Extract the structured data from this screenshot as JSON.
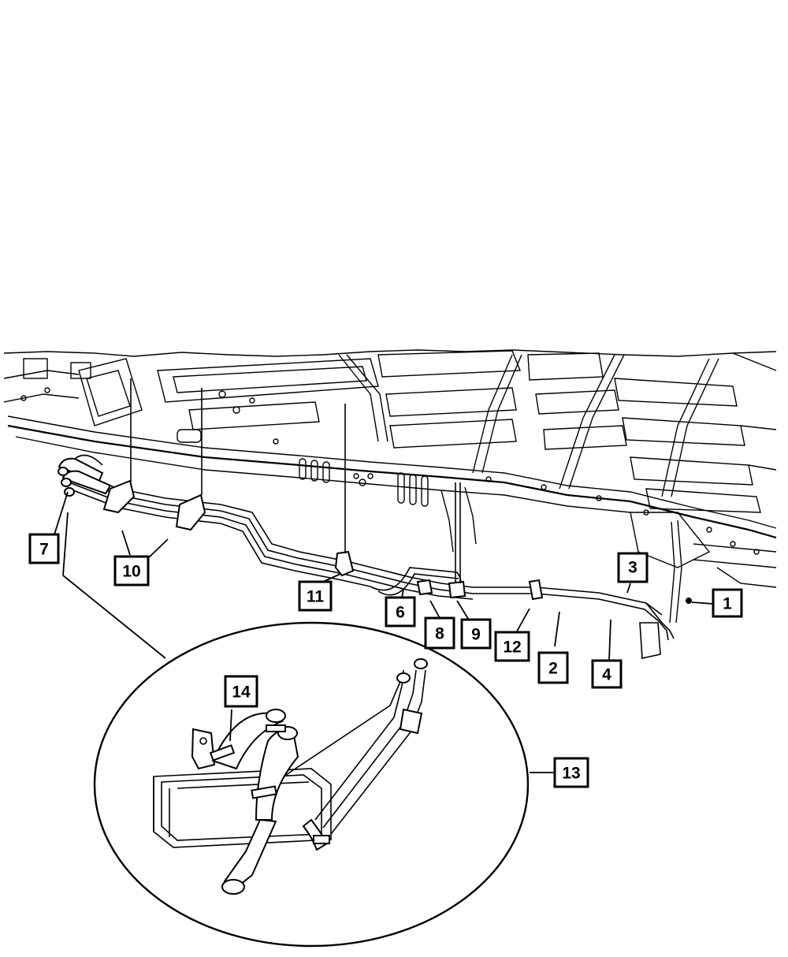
{
  "diagram": {
    "callouts": [
      {
        "id": "1",
        "label": "1"
      },
      {
        "id": "2",
        "label": "2"
      },
      {
        "id": "3",
        "label": "3"
      },
      {
        "id": "4",
        "label": "4"
      },
      {
        "id": "6",
        "label": "6"
      },
      {
        "id": "7",
        "label": "7"
      },
      {
        "id": "8",
        "label": "8"
      },
      {
        "id": "9",
        "label": "9"
      },
      {
        "id": "10",
        "label": "10"
      },
      {
        "id": "11",
        "label": "11"
      },
      {
        "id": "12",
        "label": "12"
      },
      {
        "id": "13",
        "label": "13"
      },
      {
        "id": "14",
        "label": "14"
      }
    ],
    "colors": {
      "line": "#000000",
      "background": "#ffffff"
    }
  }
}
